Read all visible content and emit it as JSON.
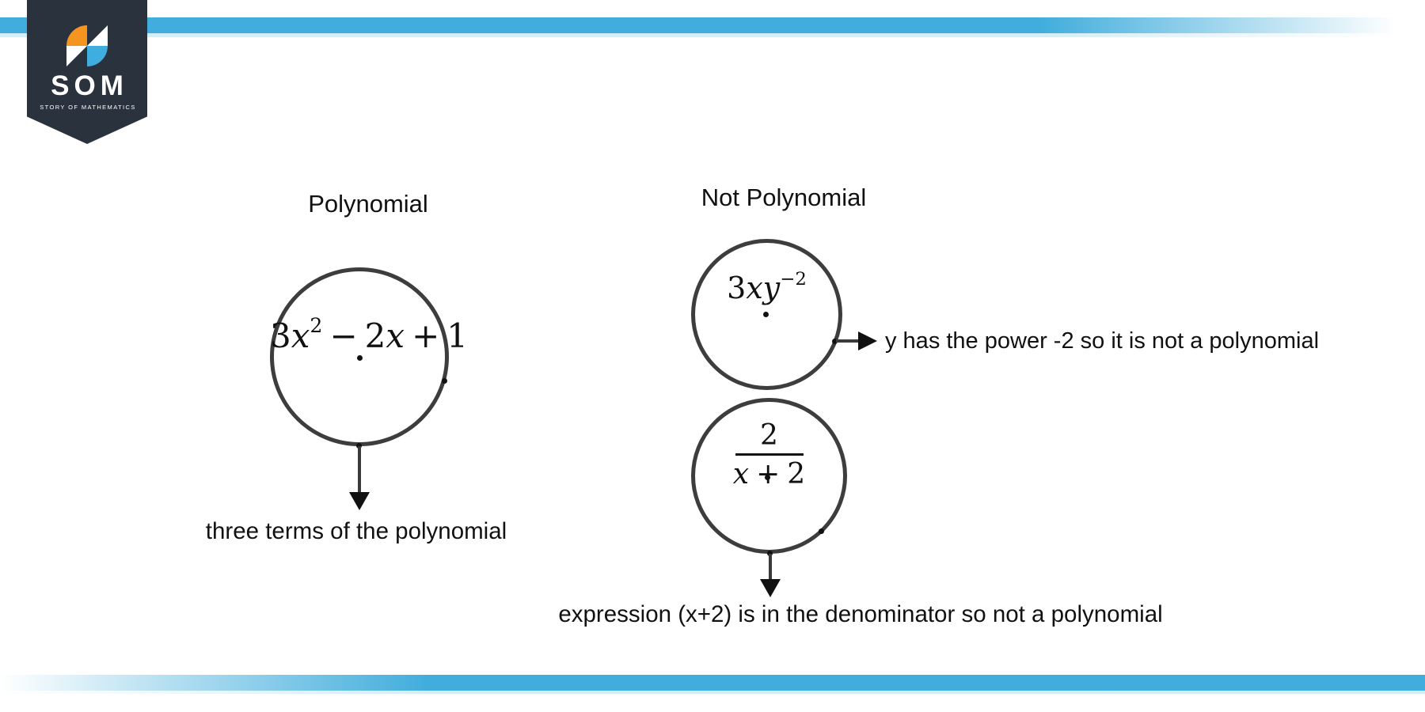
{
  "brand": {
    "name": "SOM",
    "tagline": "STORY OF MATHEMATICS",
    "badge_color": "#2a333d",
    "accent_blue": "#41addc",
    "accent_orange": "#f5941e"
  },
  "polynomial_section": {
    "heading": "Polynomial",
    "expression": {
      "coef1": "3",
      "var1": "x",
      "power1": "2",
      "minus": "−",
      "coef2": "2",
      "var2": "x",
      "plus": "+",
      "const1": "1"
    },
    "caption": "three terms of the polynomial"
  },
  "not_polynomial_section": {
    "heading": "Not Polynomial",
    "expression1": {
      "coef": "3",
      "vars": "xy",
      "power": "−2"
    },
    "note1": "y has the power -2 so it is not a polynomial",
    "expression2": {
      "numerator": "2",
      "den_var": "x",
      "den_op": "+",
      "den_const": "2"
    },
    "note2": "expression (x+2) is in the denominator so not a polynomial"
  }
}
